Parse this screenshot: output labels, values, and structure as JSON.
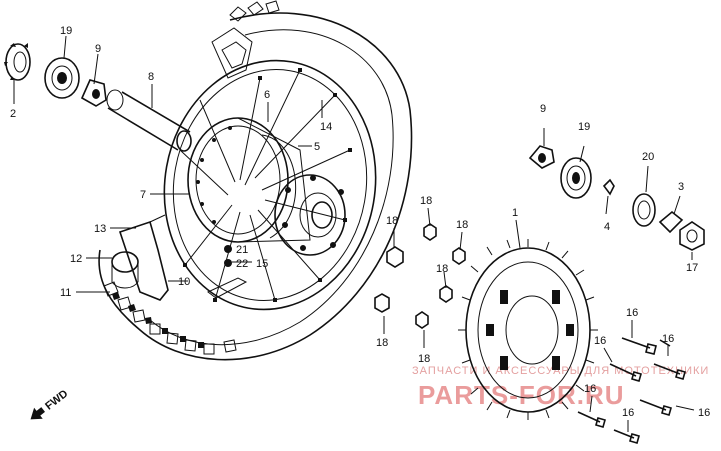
{
  "diagram": {
    "callouts": [
      {
        "id": "c2",
        "text": "2"
      },
      {
        "id": "c19a",
        "text": "19"
      },
      {
        "id": "c9a",
        "text": "9"
      },
      {
        "id": "c8",
        "text": "8"
      },
      {
        "id": "c6",
        "text": "6"
      },
      {
        "id": "c14",
        "text": "14"
      },
      {
        "id": "c5",
        "text": "5"
      },
      {
        "id": "c7",
        "text": "7"
      },
      {
        "id": "c13",
        "text": "13"
      },
      {
        "id": "c12",
        "text": "12"
      },
      {
        "id": "c11",
        "text": "11"
      },
      {
        "id": "c10",
        "text": "10"
      },
      {
        "id": "c21",
        "text": "21"
      },
      {
        "id": "c22",
        "text": "22"
      },
      {
        "id": "c15",
        "text": "15"
      },
      {
        "id": "c9b",
        "text": "9"
      },
      {
        "id": "c19b",
        "text": "19"
      },
      {
        "id": "c20",
        "text": "20"
      },
      {
        "id": "c3",
        "text": "3"
      },
      {
        "id": "c4",
        "text": "4"
      },
      {
        "id": "c17",
        "text": "17"
      },
      {
        "id": "c1",
        "text": "1"
      },
      {
        "id": "c18a",
        "text": "18"
      },
      {
        "id": "c18b",
        "text": "18"
      },
      {
        "id": "c18c",
        "text": "18"
      },
      {
        "id": "c18d",
        "text": "18"
      },
      {
        "id": "c18e",
        "text": "18"
      },
      {
        "id": "c18f",
        "text": "18"
      },
      {
        "id": "c16a",
        "text": "16"
      },
      {
        "id": "c16b",
        "text": "16"
      },
      {
        "id": "c16c",
        "text": "16"
      },
      {
        "id": "c16d",
        "text": "16"
      },
      {
        "id": "c16e",
        "text": "16"
      },
      {
        "id": "c16f",
        "text": "16"
      }
    ],
    "direction_label": "FWD"
  },
  "watermark": {
    "line1": "ЗАПЧАСТИ И АКСЕССУАРЫ ДЛЯ МОТОТЕХНИКИ",
    "line2": "PARTS-FOR.RU"
  },
  "colors": {
    "ink": "#111111",
    "watermark": "#d94a4a",
    "background": "#ffffff"
  }
}
